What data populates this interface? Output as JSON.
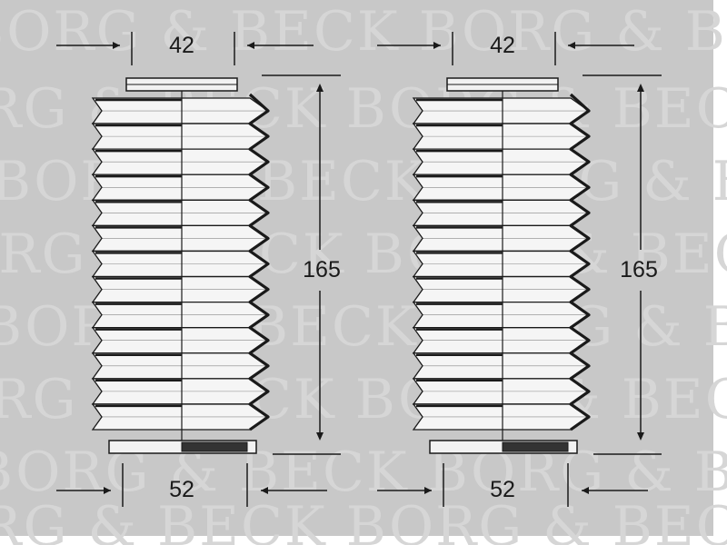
{
  "watermark": {
    "text": "BORG & BECK",
    "color": "#d6d6d6"
  },
  "dimensions": {
    "top_width": "42",
    "height": "165",
    "bottom_width": "52"
  },
  "diagram": {
    "part_count": 2,
    "line_color": "#1a1a1a",
    "background": "#c8c8c8"
  }
}
